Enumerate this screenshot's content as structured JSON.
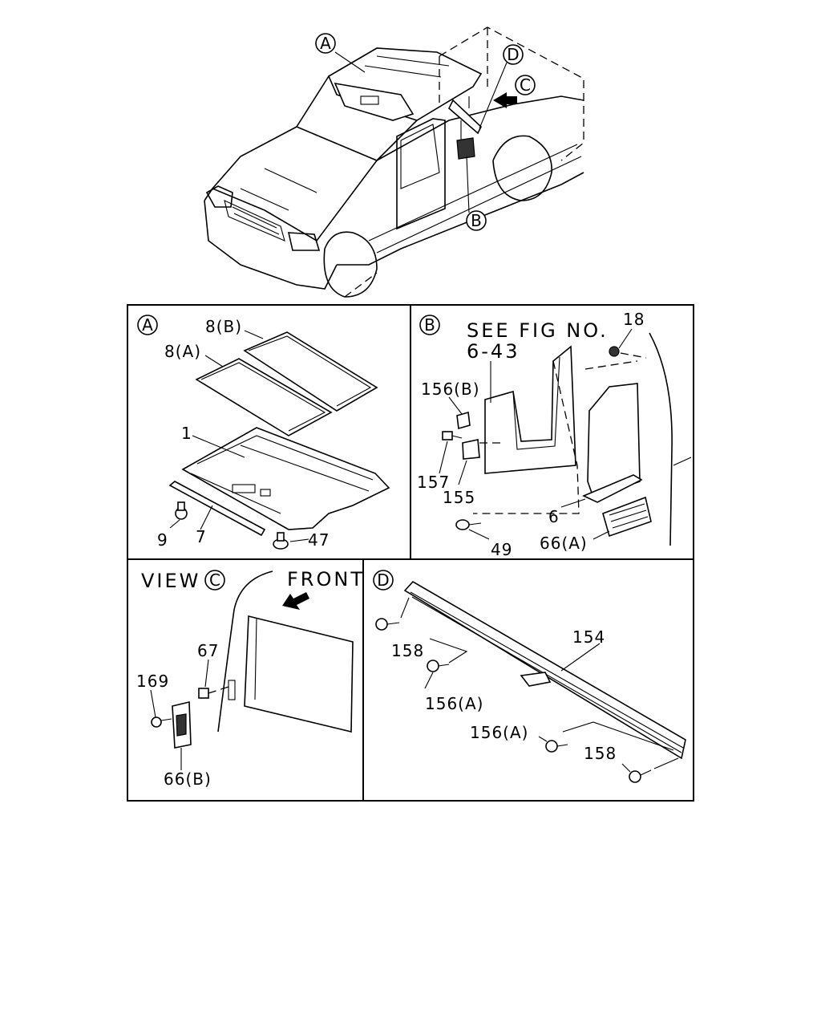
{
  "overview": {
    "callouts": {
      "a": "A",
      "b": "B",
      "c": "C",
      "d": "D"
    }
  },
  "panel_a": {
    "marker": "A",
    "labels": {
      "p8b": "8(B)",
      "p8a": "8(A)",
      "p1": "1",
      "p9": "9",
      "p7": "7",
      "p47": "47"
    }
  },
  "panel_b": {
    "marker": "B",
    "see_fig_line1": "SEE FIG NO.",
    "see_fig_line2": "6-43",
    "labels": {
      "p18": "18",
      "p156b": "156(B)",
      "p157": "157",
      "p155": "155",
      "p6": "6",
      "p49": "49",
      "p66a": "66(A)"
    }
  },
  "panel_c": {
    "view_text": "VIEW",
    "marker": "C",
    "front_text": "FRONT",
    "labels": {
      "p67": "67",
      "p169": "169",
      "p66b": "66(B)"
    }
  },
  "panel_d": {
    "marker": "D",
    "labels": {
      "p154": "154",
      "p158_top": "158",
      "p156a_top": "156(A)",
      "p156a_bottom": "156(A)",
      "p158_bottom": "158"
    }
  }
}
